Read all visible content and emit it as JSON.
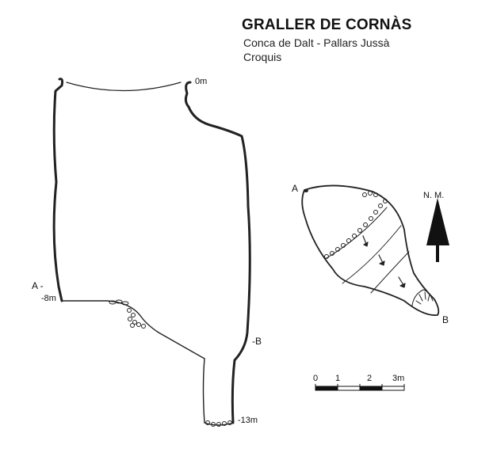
{
  "header": {
    "title": "GRALLER DE CORNÀS",
    "location": "Conca de Dalt  -  Pallars Jussà",
    "sketch_note": "Croquis"
  },
  "section_view": {
    "depth_top": "0m",
    "depth_mid": "-8m",
    "depth_bottom": "-13m",
    "marker_a": "A -",
    "marker_b": "-B"
  },
  "plan_view": {
    "marker_a": "A",
    "marker_b": "B",
    "north_label": "N.   M."
  },
  "scale_bar": {
    "ticks": [
      "0",
      "1",
      "2",
      "3m"
    ]
  }
}
